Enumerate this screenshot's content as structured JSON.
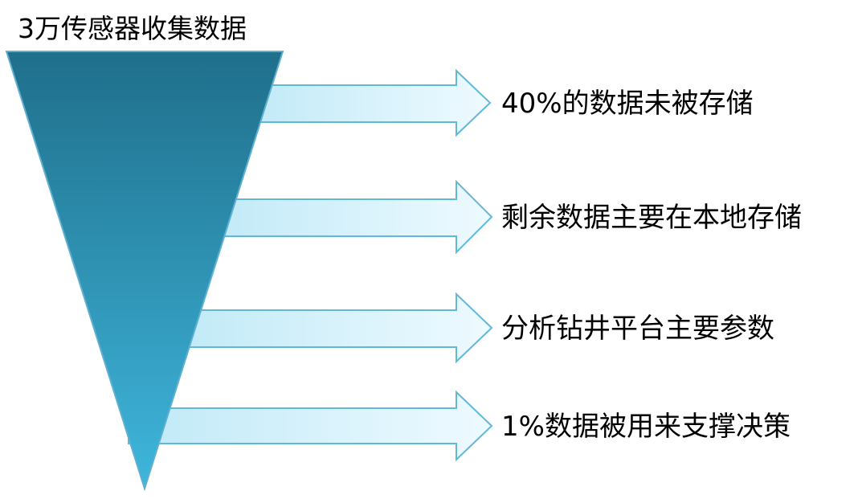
{
  "title": "3万传感器收集数据",
  "steps": [
    {
      "label": "40%的数据未被存储"
    },
    {
      "label": "剩余数据主要在本地存储"
    },
    {
      "label": "分析钻井平台主要参数"
    },
    {
      "label": "1%数据被用来支撑决策"
    }
  ],
  "colors": {
    "funnel_top": "#1f6f8b",
    "funnel_bottom": "#3fb6dc",
    "arrow_fill_left": "#bfe9f7",
    "arrow_fill_right": "#eefaff",
    "arrow_stroke": "#5fb9d8"
  }
}
